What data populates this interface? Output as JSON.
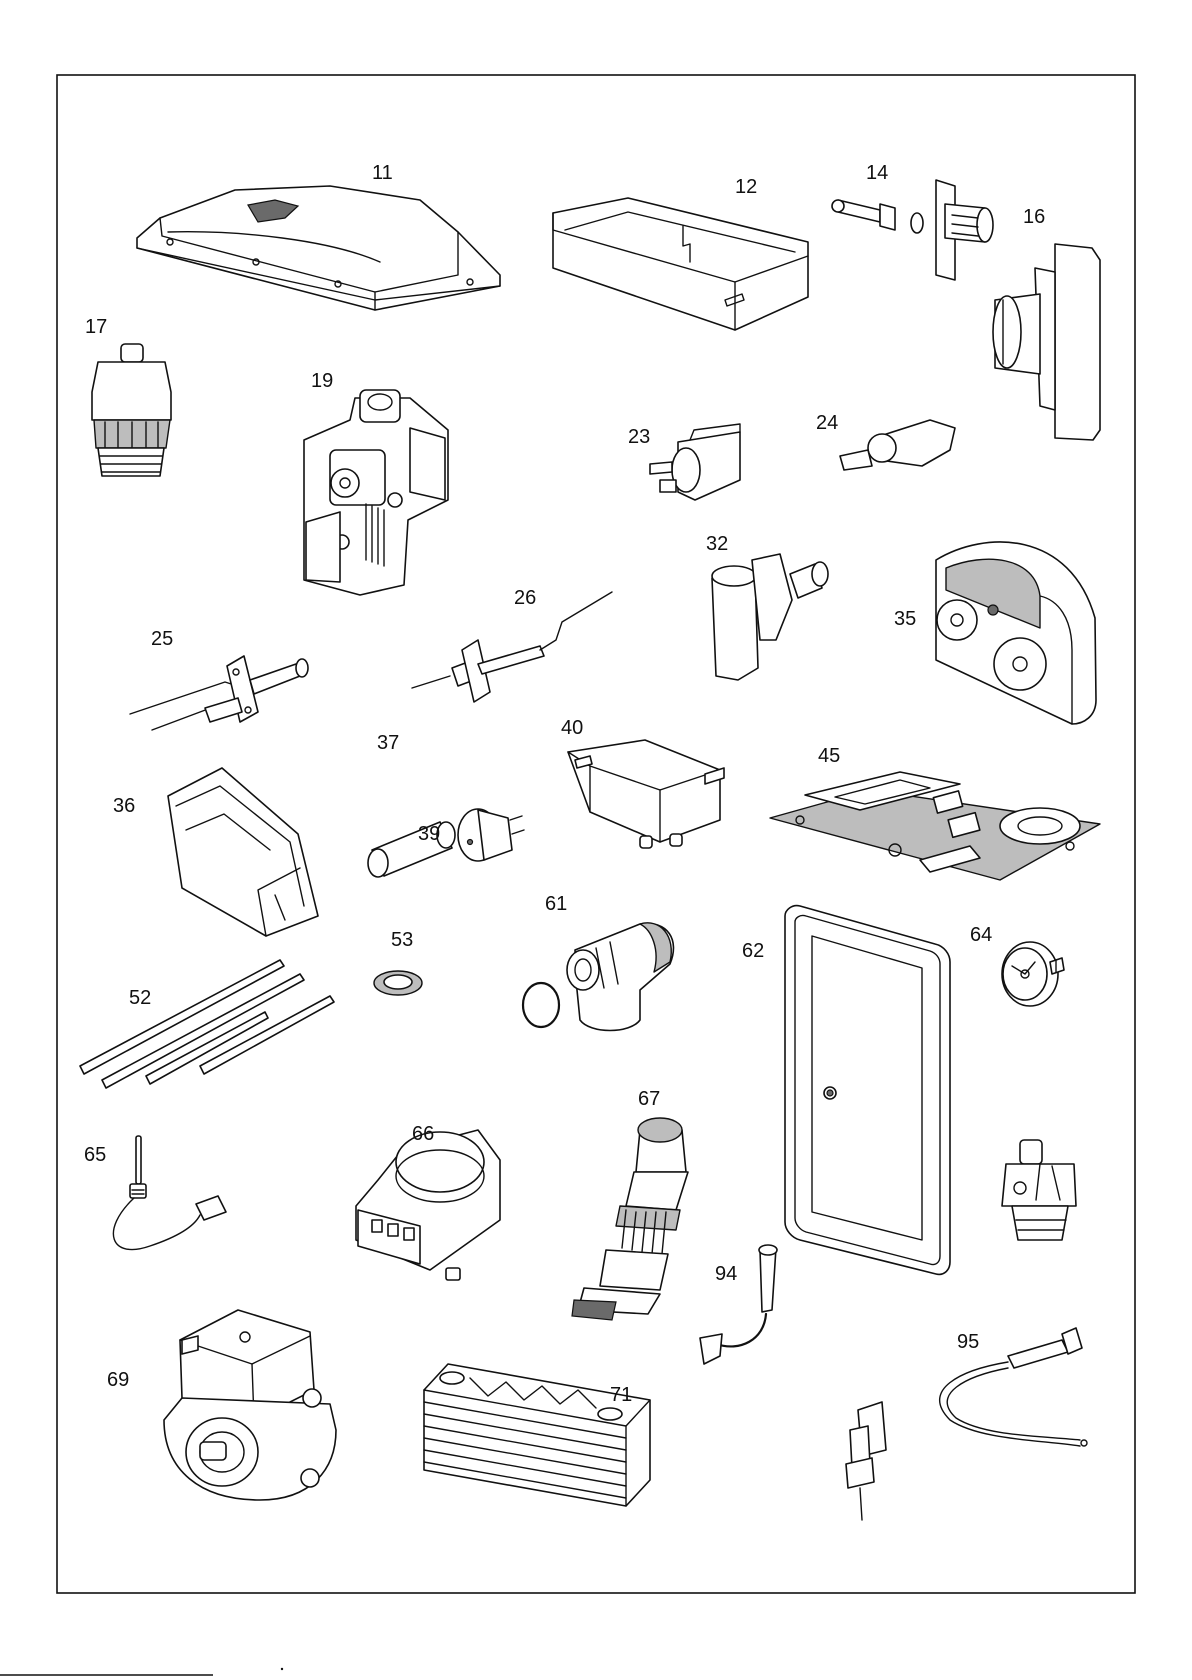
{
  "parts": [
    {
      "id": "part-11",
      "number": "11"
    },
    {
      "id": "part-12",
      "number": "12"
    },
    {
      "id": "part-14",
      "number": "14"
    },
    {
      "id": "part-16",
      "number": "16"
    },
    {
      "id": "part-17",
      "number": "17"
    },
    {
      "id": "part-19",
      "number": "19"
    },
    {
      "id": "part-23",
      "number": "23"
    },
    {
      "id": "part-24",
      "number": "24"
    },
    {
      "id": "part-25",
      "number": "25"
    },
    {
      "id": "part-26",
      "number": "26"
    },
    {
      "id": "part-32",
      "number": "32"
    },
    {
      "id": "part-35",
      "number": "35"
    },
    {
      "id": "part-36",
      "number": "36"
    },
    {
      "id": "part-37",
      "number": "37"
    },
    {
      "id": "part-39",
      "number": "39"
    },
    {
      "id": "part-40",
      "number": "40"
    },
    {
      "id": "part-45",
      "number": "45"
    },
    {
      "id": "part-52",
      "number": "52"
    },
    {
      "id": "part-53",
      "number": "53"
    },
    {
      "id": "part-61",
      "number": "61"
    },
    {
      "id": "part-62",
      "number": "62"
    },
    {
      "id": "part-64",
      "number": "64"
    },
    {
      "id": "part-65",
      "number": "65"
    },
    {
      "id": "part-66",
      "number": "66"
    },
    {
      "id": "part-67",
      "number": "67"
    },
    {
      "id": "part-69",
      "number": "69"
    },
    {
      "id": "part-71",
      "number": "71"
    },
    {
      "id": "part-94",
      "number": "94"
    },
    {
      "id": "part-95",
      "number": "95"
    }
  ]
}
